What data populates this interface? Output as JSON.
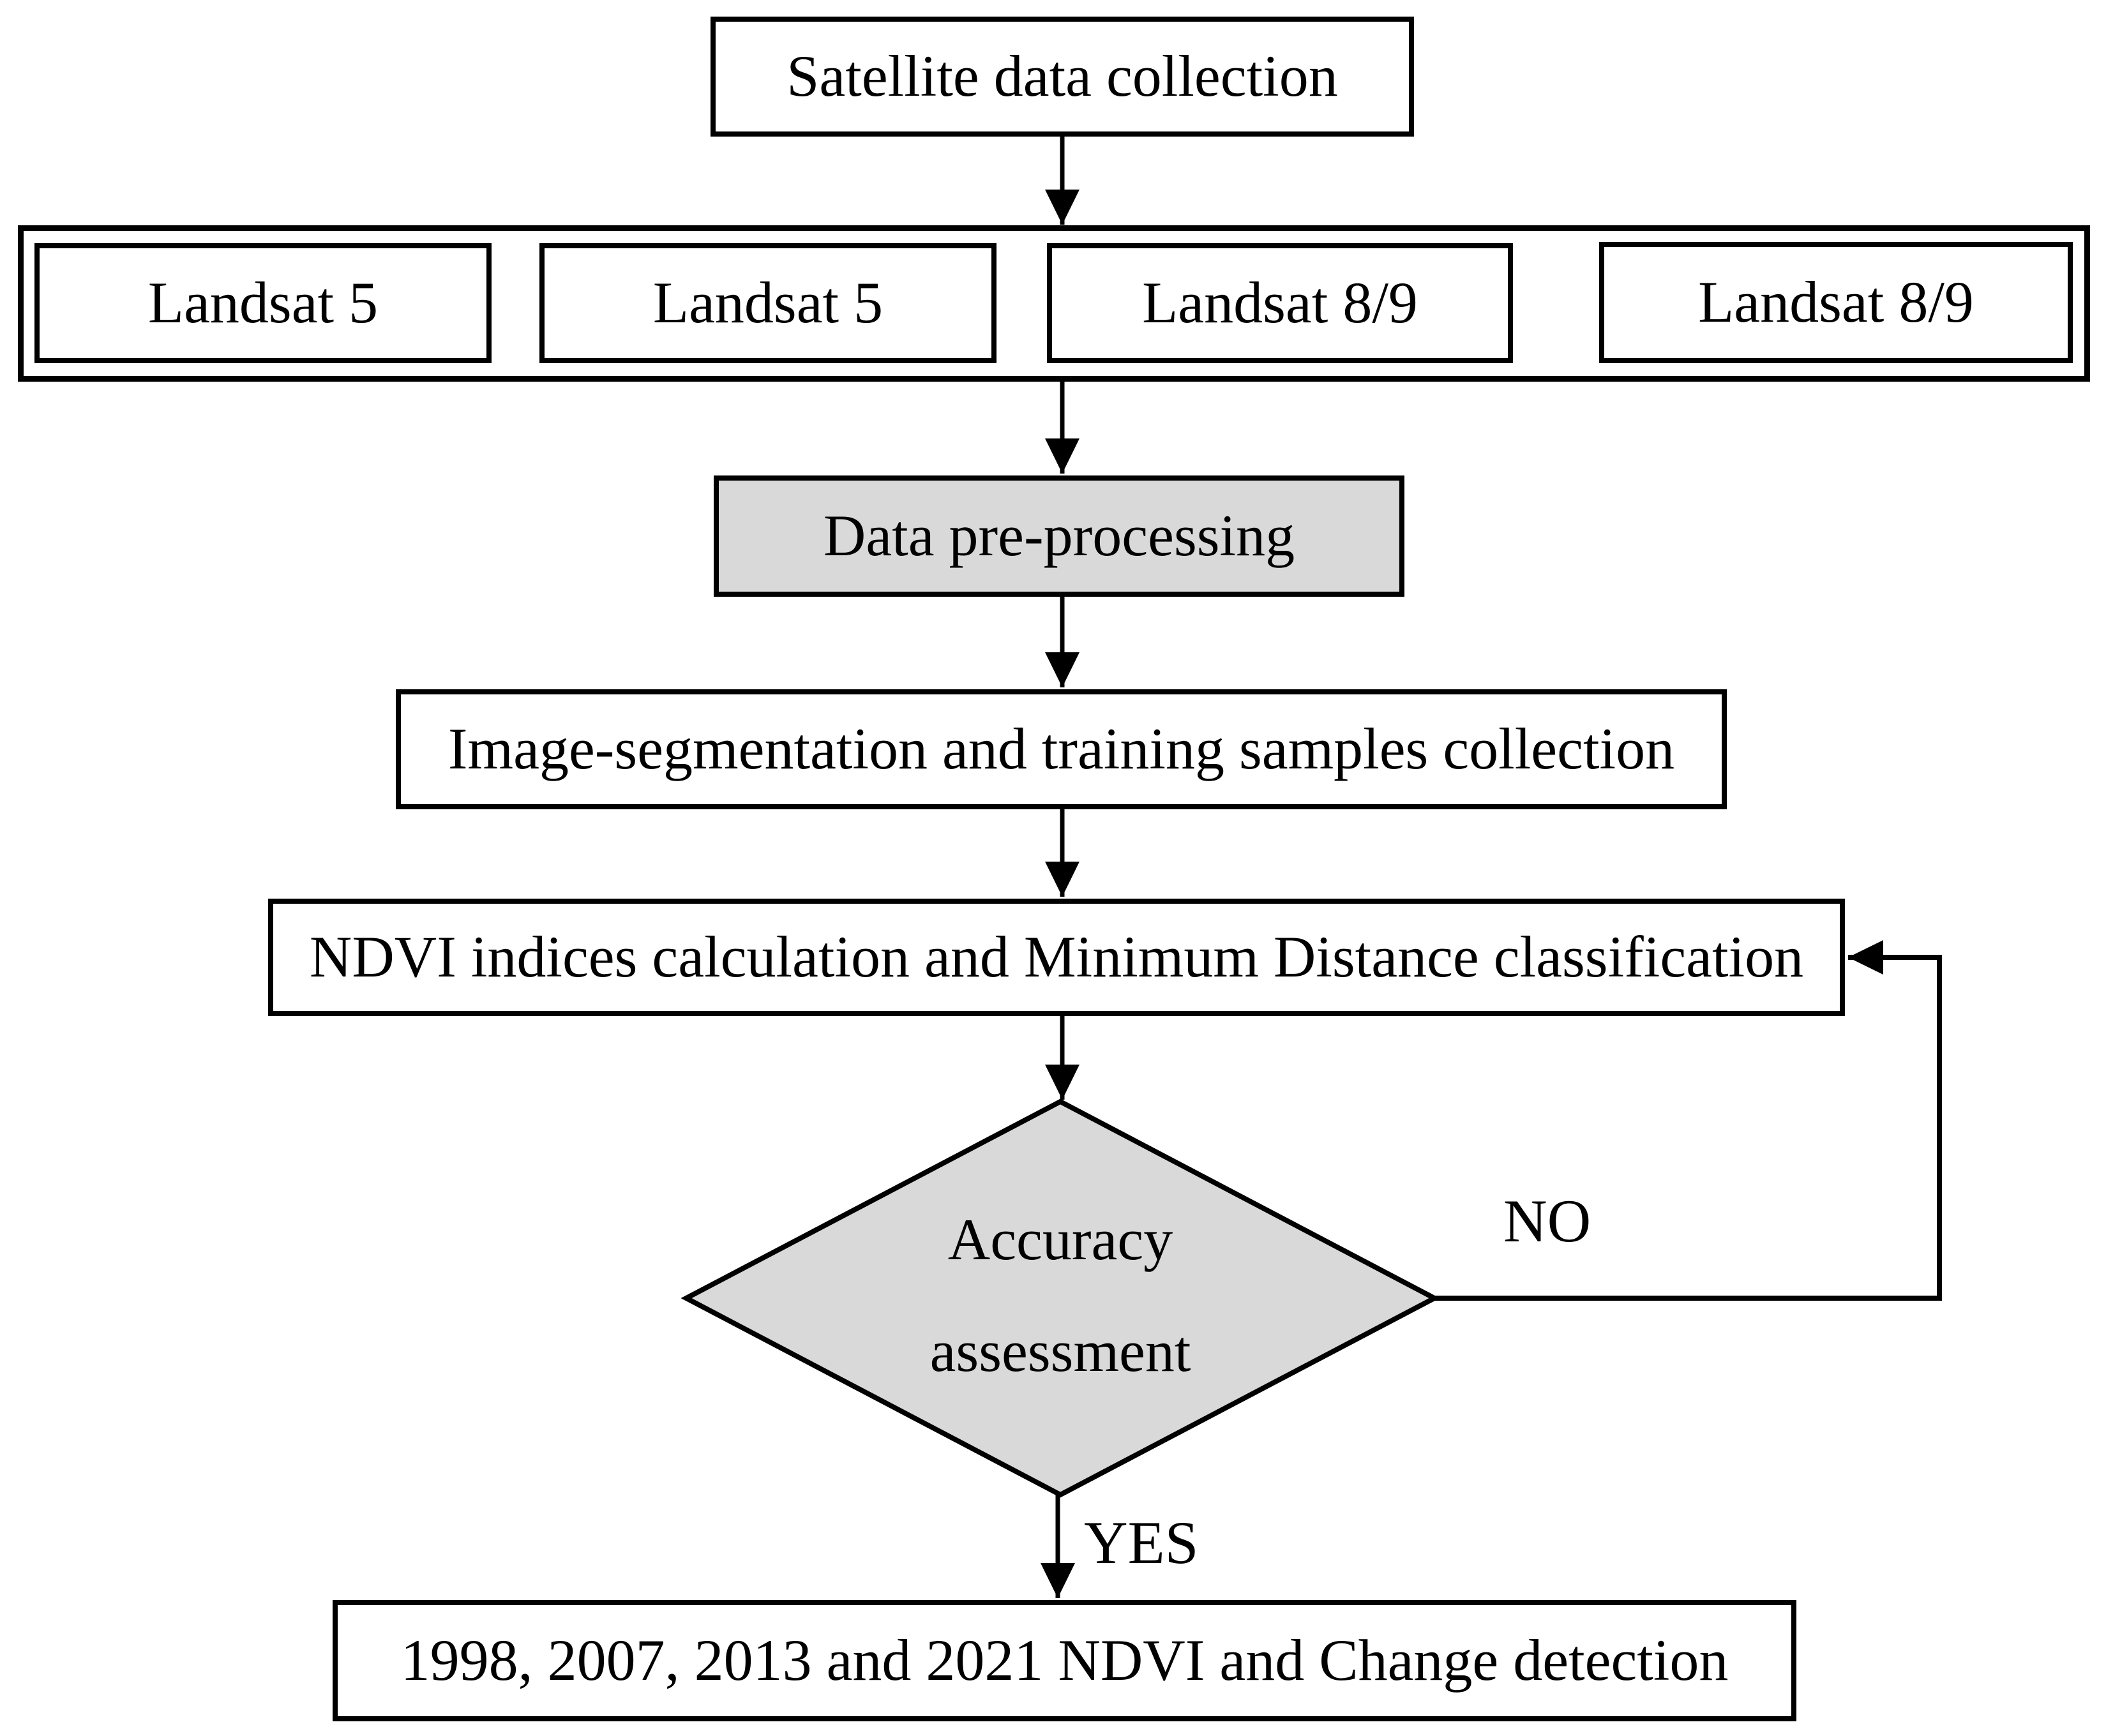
{
  "flowchart": {
    "nodes": {
      "satellite": "Satellite data collection",
      "landsat_row": [
        "Landsat 5",
        "Landsat 5",
        "Landsat 8/9",
        "Landsat 8/9"
      ],
      "preprocessing": "Data pre-processing",
      "segmentation": "Image-segmentation and training samples collection",
      "classification": "NDVI indices calculation and Minimum Distance classification",
      "decision": {
        "line1": "Accuracy",
        "line2": "assessment"
      },
      "result": "1998, 2007, 2013 and 2021 NDVI and Change detection"
    },
    "edges": {
      "no_label": "NO",
      "yes_label": "YES"
    },
    "colors": {
      "node_fill_white": "#ffffff",
      "node_fill_gray": "#d9d9d9",
      "stroke": "#000000",
      "background": "#ffffff"
    }
  }
}
